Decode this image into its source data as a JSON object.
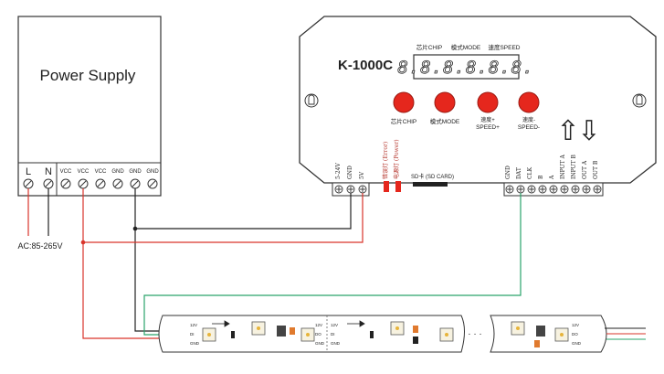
{
  "power_supply": {
    "title": "Power Supply",
    "terminals": [
      "L",
      "N",
      "VCC",
      "VCC",
      "VCC",
      "GND",
      "GND",
      "GND"
    ],
    "ac_label": "AC:85-265V"
  },
  "controller": {
    "model": "K-1000C",
    "display_value": "8.8.8.8.8.8.",
    "header_chip": "芯片CHIP",
    "header_mode": "模式MODE",
    "header_speed": "速度SPEED",
    "buttons": [
      {
        "line1": "芯片CHIP",
        "line2": ""
      },
      {
        "line1": "模式MODE",
        "line2": ""
      },
      {
        "line1": "速度+",
        "line2": "SPEED+"
      },
      {
        "line1": "速度-",
        "line2": "SPEED-"
      }
    ],
    "power_labels": [
      "5-24V",
      "GND",
      "5V"
    ],
    "led_labels": [
      "错误灯 (Error)",
      "电源灯 (Power)"
    ],
    "sd_label": "SD卡 (SD CARD)",
    "output_labels": [
      "GND",
      "DAT",
      "CLK",
      "B",
      "A",
      "INPUT A",
      "INPUT B",
      "OUT A",
      "OUT B"
    ],
    "arrow_up": "⇧",
    "arrow_down": "⇩"
  },
  "strip": {
    "labels_12v": "12V",
    "labels_di": "DI",
    "labels_do": "DO",
    "labels_gnd": "GND"
  },
  "colors": {
    "red_wire": "#d9342b",
    "green_wire": "#2aa36b",
    "black_wire": "#222222",
    "button_red": "#e5271d"
  }
}
